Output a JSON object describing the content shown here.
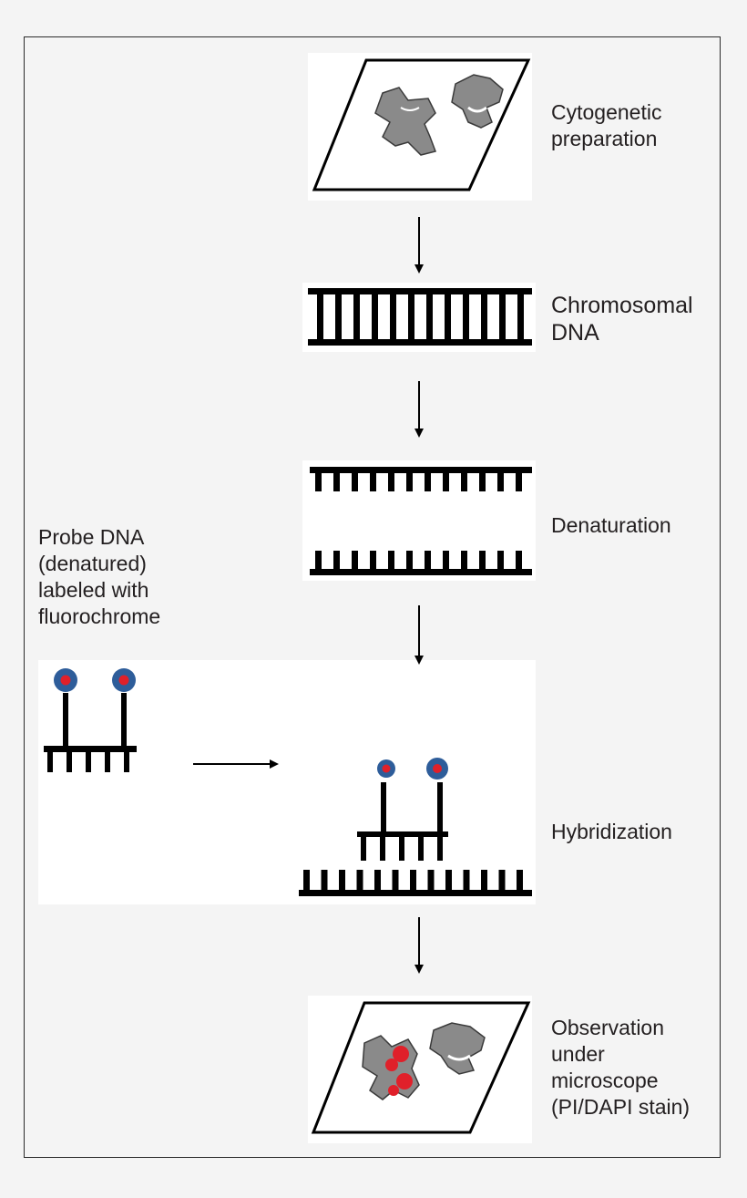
{
  "labels": {
    "cytogenetic": "Cytogenetic\npreparation",
    "chromosomal": "Chromosomal\nDNA",
    "denaturation": "Denaturation",
    "probe": "Probe DNA\n(denatured)\nlabeled with\nfluorochrome",
    "hybridization": "Hybridization",
    "observation": "Observation\nunder\nmicroscope\n(PI/DAPI stain)"
  },
  "colors": {
    "chromosome": "#8a8a8a",
    "fluor_ring": "#2e5d9a",
    "fluor_core": "#e0202a",
    "ink": "#000000",
    "panel": "#ffffff"
  }
}
